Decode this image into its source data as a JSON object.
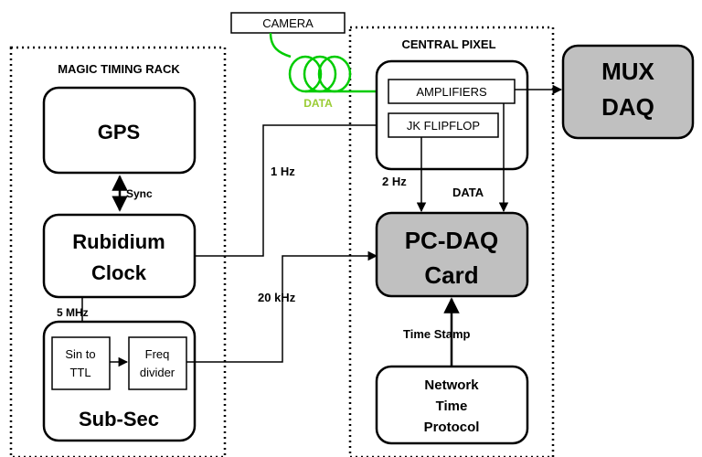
{
  "camera": {
    "label": "CAMERA"
  },
  "fiber": {
    "label": "DATA",
    "color": "#00cc00",
    "label_color": "#99cc33"
  },
  "rack": {
    "title": "MAGIC TIMING RACK",
    "gps": "GPS",
    "sync": "Sync",
    "rubidium_line1": "Rubidium",
    "rubidium_line2": "Clock",
    "mhz": "5 MHz",
    "sin_line1": "Sin to",
    "sin_line2": "TTL",
    "freq_line1": "Freq",
    "freq_line2": "divider",
    "subsec": "Sub-Sec"
  },
  "signals": {
    "hz1": "1 Hz",
    "khz20": "20 kHz",
    "hz2": "2 Hz",
    "data": "DATA",
    "timestamp": "Time Stamp"
  },
  "central": {
    "title": "CENTRAL PIXEL",
    "amplifiers": "AMPLIFIERS",
    "jk": "JK FLIPFLOP",
    "pcdaq_line1": "PC-DAQ",
    "pcdaq_line2": "Card",
    "ntp_line1": "Network",
    "ntp_line2": "Time",
    "ntp_line3": "Protocol"
  },
  "mux": {
    "line1": "MUX",
    "line2": "DAQ"
  },
  "colors": {
    "grey_box": "#c0c0c0"
  }
}
